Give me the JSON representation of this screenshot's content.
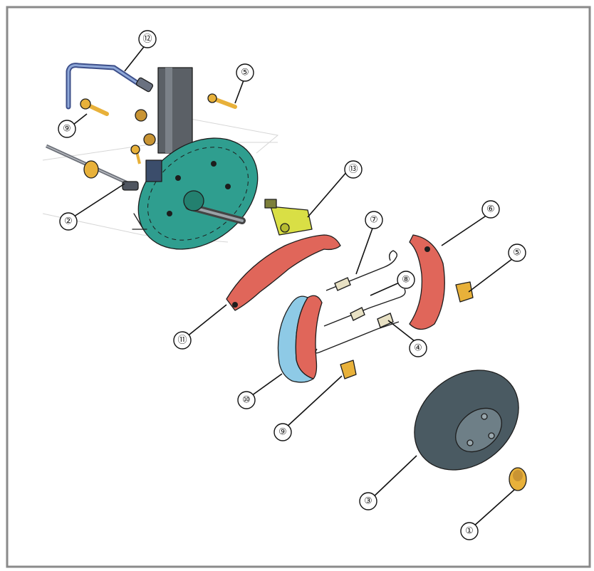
{
  "diagram": {
    "callouts": [
      {
        "id": "c1",
        "label": "①"
      },
      {
        "id": "c2",
        "label": "②"
      },
      {
        "id": "c3",
        "label": "③"
      },
      {
        "id": "c4",
        "label": "④"
      },
      {
        "id": "c5a",
        "label": "⑤"
      },
      {
        "id": "c5b",
        "label": "⑤"
      },
      {
        "id": "c6",
        "label": "⑥"
      },
      {
        "id": "c7",
        "label": "⑦"
      },
      {
        "id": "c8",
        "label": "⑧"
      },
      {
        "id": "c9a",
        "label": "⑨"
      },
      {
        "id": "c9b",
        "label": "⑨"
      },
      {
        "id": "c10",
        "label": "⑩"
      },
      {
        "id": "c11",
        "label": "⑪"
      },
      {
        "id": "c12",
        "label": "⑫"
      },
      {
        "id": "c13",
        "label": "⑬"
      }
    ]
  },
  "colors": {
    "backing_plate": "#2f9e8f",
    "brake_drum": "#4a5a62",
    "brake_shoe": "#e0665a",
    "shoe_lining": "#8ecae6",
    "hardware": "#e8b13a",
    "wheel_cylinder": "#d9df45",
    "frame_border": "#8a8a8a",
    "ink": "#1d1d1d"
  }
}
